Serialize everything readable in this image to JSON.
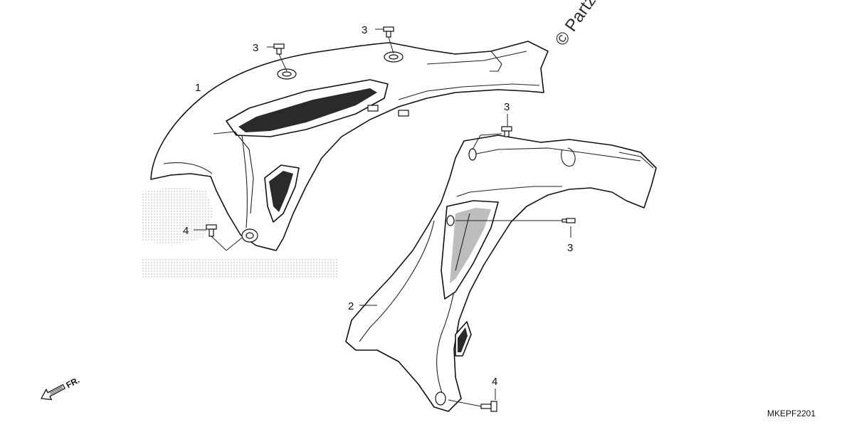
{
  "callouts": {
    "part1": "1",
    "part2": "2",
    "screw_a": "3",
    "screw_b": "3",
    "screw_c": "3",
    "screw_d": "3",
    "bolt_a": "4",
    "bolt_b": "4"
  },
  "watermark": "© Partzilla",
  "diagram_code": "MKEPF2201",
  "direction_label": "FR."
}
